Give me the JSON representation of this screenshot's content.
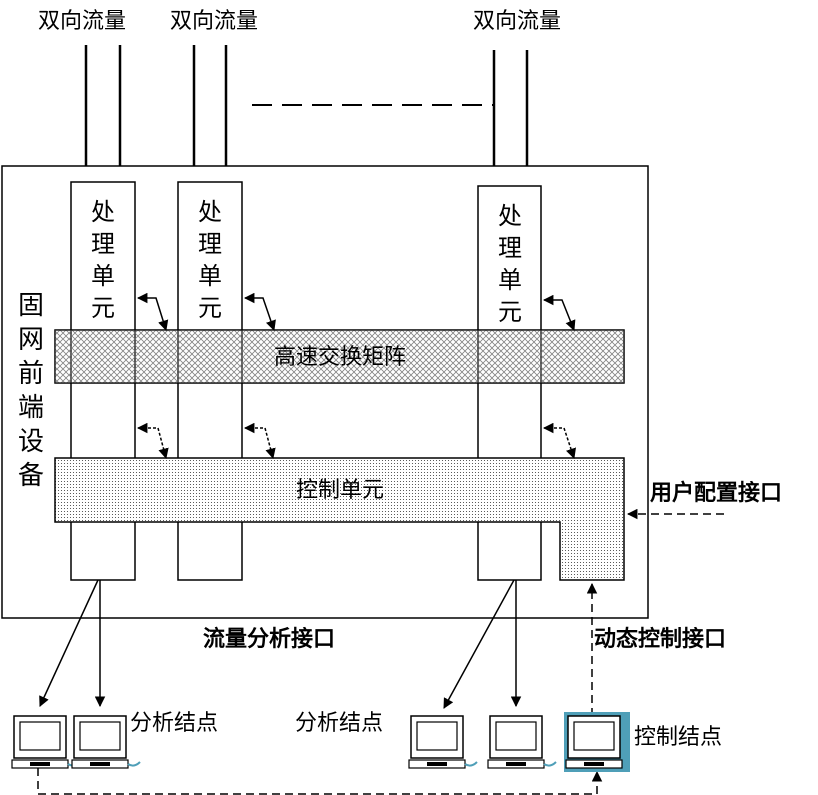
{
  "traffic_labels": [
    "双向流量",
    "双向流量",
    "双向流量"
  ],
  "processing_unit_text": [
    "处",
    "理",
    "单",
    "元"
  ],
  "device_label_chars": [
    "固",
    "网",
    "前",
    "端",
    "设",
    "备"
  ],
  "switch_matrix_label": "高速交换矩阵",
  "control_unit_label": "控制单元",
  "user_config_interface": "用户配置接口",
  "traffic_analysis_interface": "流量分析接口",
  "dynamic_control_interface": "动态控制接口",
  "analysis_node_labels": [
    "分析结点",
    "分析结点"
  ],
  "control_node_label": "控制结点",
  "colors": {
    "line": "#000000",
    "control_node": "#4f9fb8",
    "screen": "#ffffff"
  }
}
